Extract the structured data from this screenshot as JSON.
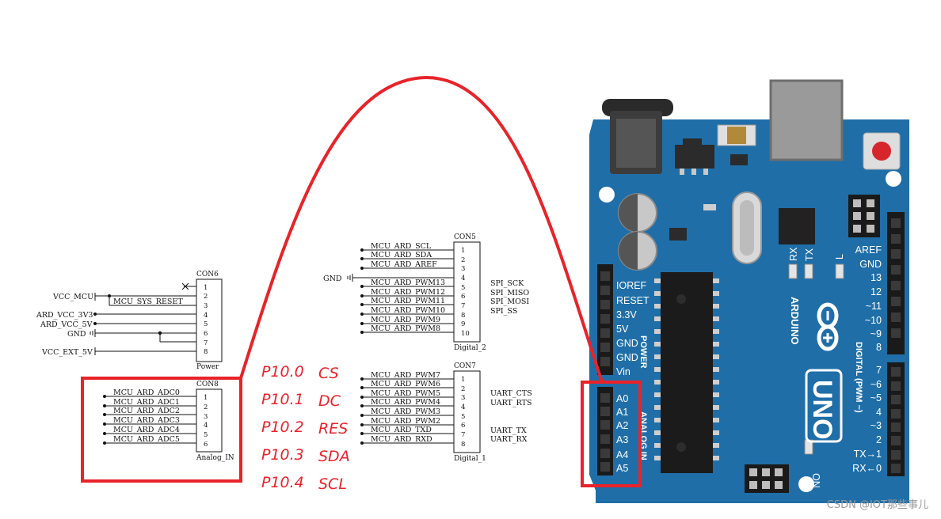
{
  "colors": {
    "highlight": "#e8232a",
    "board": "#1f6ea8",
    "header": "#1a1a1a",
    "wire": "#111111"
  },
  "connectors": [
    {
      "id": "con6",
      "title": "CON6",
      "footer": "Power",
      "pins": [
        "1",
        "2",
        "3",
        "4",
        "5",
        "6",
        "7",
        "8"
      ],
      "left_nets": [
        "VCC_MCU",
        "ARD_VCC_3V3",
        "ARD_VCC_5V",
        "GND",
        "VCC_EXT_5V"
      ],
      "wire_nets": [
        "MCU_SYS_RESET"
      ]
    },
    {
      "id": "con8",
      "title": "CON8",
      "footer": "Analog_IN",
      "pins": [
        "1",
        "2",
        "3",
        "4",
        "5",
        "6"
      ],
      "wire_nets": [
        "MCU_ARD_ADC0",
        "MCU_ARD_ADC1",
        "MCU_ARD_ADC2",
        "MCU_ARD_ADC3",
        "MCU_ARD_ADC4",
        "MCU_ARD_ADC5"
      ]
    },
    {
      "id": "con5",
      "title": "CON5",
      "footer": "Digital_2",
      "pins": [
        "1",
        "2",
        "3",
        "4",
        "5",
        "6",
        "7",
        "8",
        "9",
        "10"
      ],
      "left_nets": [
        "GND"
      ],
      "wire_nets": [
        "MCU_ARD_SCL",
        "MCU_ARD_SDA",
        "MCU_ARD_AREF",
        "MCU_ARD_PWM13",
        "MCU_ARD_PWM12",
        "MCU_ARD_PWM11",
        "MCU_ARD_PWM10",
        "MCU_ARD_PWM9",
        "MCU_ARD_PWM8"
      ],
      "right_nets": [
        "SPI_SCK",
        "SPI_MISO",
        "SPI_MOSI",
        "SPI_SS"
      ]
    },
    {
      "id": "con7",
      "title": "CON7",
      "footer": "Digital_1",
      "pins": [
        "1",
        "2",
        "3",
        "4",
        "5",
        "6",
        "7",
        "8"
      ],
      "wire_nets": [
        "MCU_ARD_PWM7",
        "MCU_ARD_PWM6",
        "MCU_ARD_PWM5",
        "MCU_ARD_PWM4",
        "MCU_ARD_PWM3",
        "MCU_ARD_PWM2",
        "MCU_ARD_TXD",
        "MCU_ARD_RXD"
      ],
      "right_nets": [
        "UART_CTS",
        "UART_RTS",
        "UART_TX",
        "UART_RX"
      ]
    }
  ],
  "pin_mapping": [
    {
      "pin": "P10.0",
      "signal": "CS"
    },
    {
      "pin": "P10.1",
      "signal": "DC"
    },
    {
      "pin": "P10.2",
      "signal": "RES"
    },
    {
      "pin": "P10.3",
      "signal": "SDA"
    },
    {
      "pin": "P10.4",
      "signal": "SCL"
    }
  ],
  "board": {
    "brand": "ARDUINO",
    "model": "UNO",
    "power_header_title": "POWER",
    "analog_header_title": "ANALOG IN",
    "digital_header_title": "DIGITAL (PWM ~)",
    "power_pins": [
      "IOREF",
      "RESET",
      "3.3V",
      "5V",
      "GND",
      "GND",
      "Vin"
    ],
    "analog_pins": [
      "A0",
      "A1",
      "A2",
      "A3",
      "A4",
      "A5"
    ],
    "digital_top_pins": [
      "AREF",
      "GND",
      "13",
      "12",
      "~11",
      "~10",
      "~9",
      "8"
    ],
    "digital_bottom_pins": [
      "7",
      "~6",
      "~5",
      "4",
      "~3",
      "2",
      "TX→1",
      "RX←0"
    ],
    "led_labels": [
      "RX",
      "TX",
      "L"
    ],
    "on_label": "ON"
  },
  "watermark": "CSDN @IOT那些事儿"
}
